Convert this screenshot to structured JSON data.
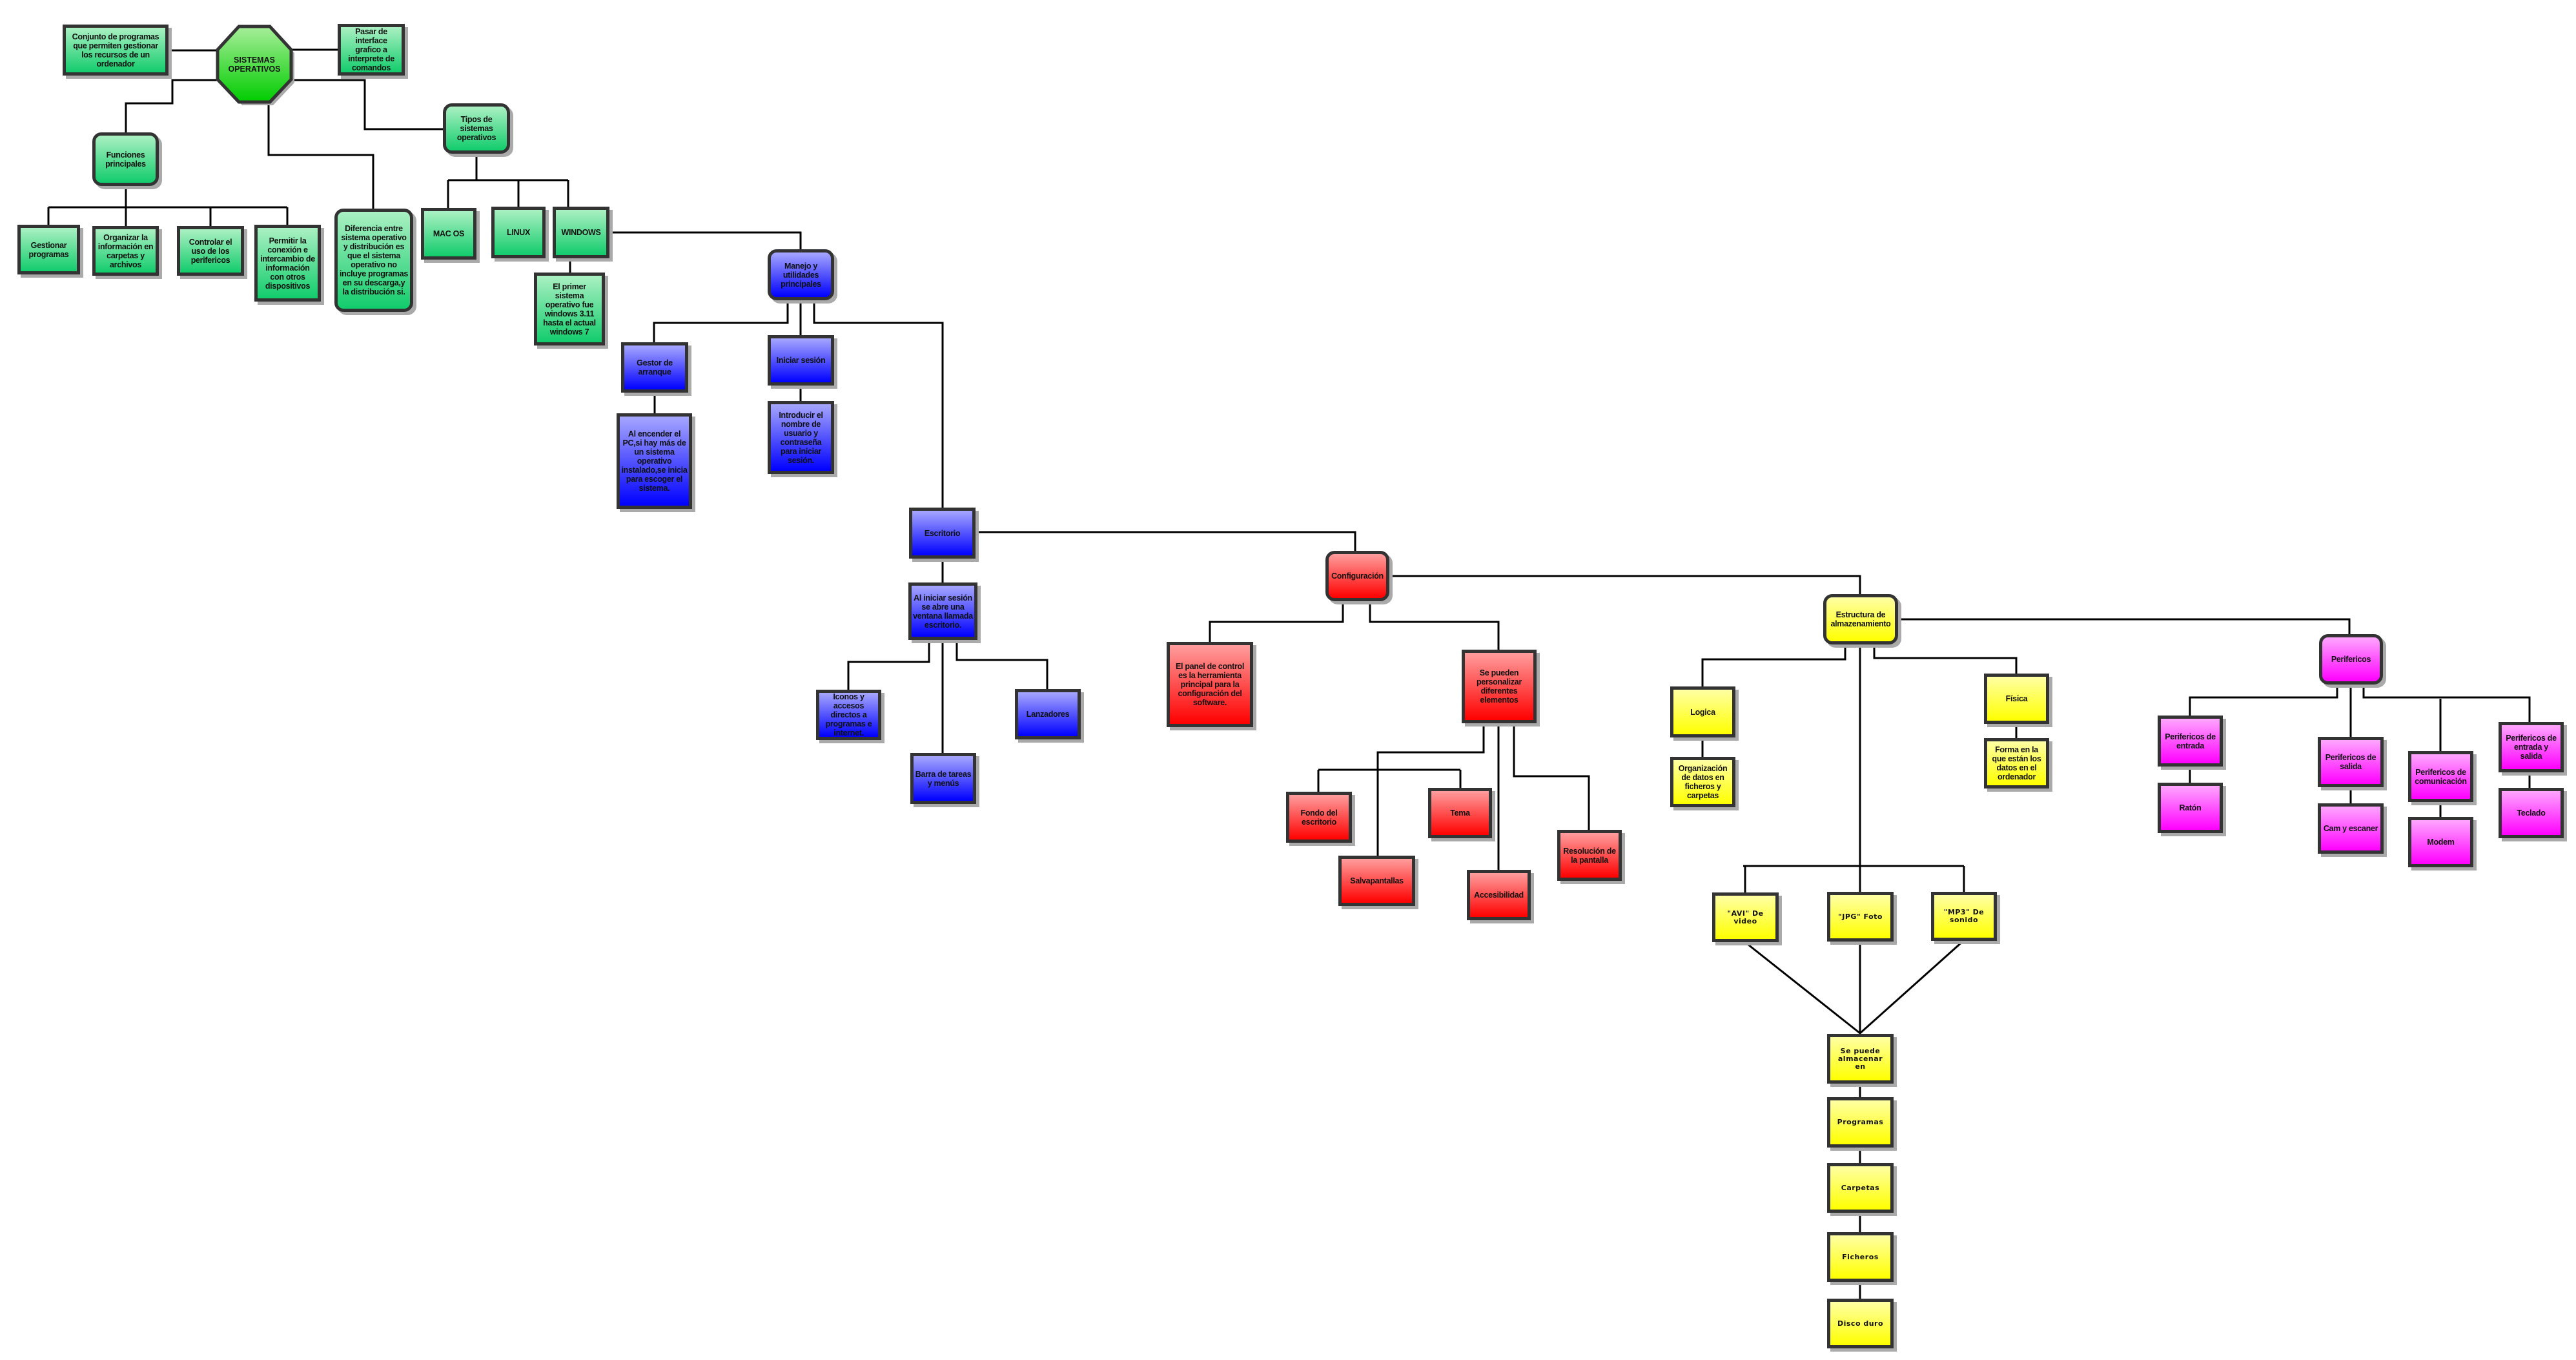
{
  "root": "SISTEMAS OPERATIVOS",
  "green": {
    "definicion": "Conjunto de programas que permiten gestionar los recursos de un ordenador",
    "pasar": "Pasar de interface grafico a interprete de comandos",
    "tipos": "Tipos de sistemas operativos",
    "funciones": "Funciones principales",
    "gestionar": "Gestionar programas",
    "organizar": "Organizar la información en carpetas y archivos",
    "controlar": "Controlar el uso de los perifericos",
    "permitir": "Permitir la conexión e intercambio de información con otros dispositivos",
    "diferencia": "Diferencia entre sistema operativo y distribución es que el sistema operativo no incluye programas en su descarga,y la distribución si.",
    "macos": "MAC OS",
    "linux": "LINUX",
    "windows": "WINDOWS",
    "primer": "El primer sistema operativo fue windows 3.11 hasta el actual windows 7"
  },
  "blue": {
    "manejo": "Manejo y utilidades principales",
    "gestor": "Gestor de arranque",
    "encender": "Al encender el PC,si hay más de un sistema operativo instalado,se inicia para escoger el sistema.",
    "iniciar": "Iniciar sesión",
    "introducir": "Introducir el nombre de usuario y contraseña para iniciar sesión.",
    "escritorio": "Escritorio",
    "al_iniciar": "Al iniciar sesión se abre una ventana llamada escritorio.",
    "iconos": "Iconos y accesos directos a programas e internet.",
    "lanzadores": "Lanzadores",
    "barra": "Barra de tareas y menús"
  },
  "red": {
    "configuracion": "Configuración",
    "panel": "El panel de control es la herramienta principal para la configuración del software.",
    "personalizar": "Se pueden personalizar diferentes elementos",
    "fondo": "Fondo del escritorio",
    "tema": "Tema",
    "salvapantallas": "Salvapantallas",
    "accesibilidad": "Accesibilidad",
    "resolucion": "Resolución de la pantalla"
  },
  "yellow": {
    "estructura": "Estructura de almazenamiento",
    "logica": "Logica",
    "organizacion": "Organización de datos en ficheros y carpetas",
    "fisica": "Física",
    "forma": "Forma en la que están los datos en el ordenador",
    "avi": "\"AVI\" De video",
    "jpg": "\"JPG\" Foto",
    "mp3": "\"MP3\" De sonido",
    "se_puede": "Se puede almacenar en",
    "programas": "Programas",
    "carpetas": "Carpetas",
    "ficheros": "Ficheros",
    "disco": "Disco duro"
  },
  "magenta": {
    "perifericos": "Perifericos",
    "entrada": "Perifericos de entrada",
    "raton": "Ratón",
    "salida": "Perifericos de salida",
    "cam": "Cam y escaner",
    "comunicacion": "Perifericos de comunicación",
    "modem": "Modem",
    "entrada_salida": "Perifericos de entrada y salida",
    "teclado": "Teclado"
  },
  "colors": {
    "green": "#12cc6c",
    "blue": "#0000ff",
    "red": "#ff0000",
    "yellow": "#ffff00",
    "magenta": "#ff00ff",
    "border": "#333333"
  }
}
